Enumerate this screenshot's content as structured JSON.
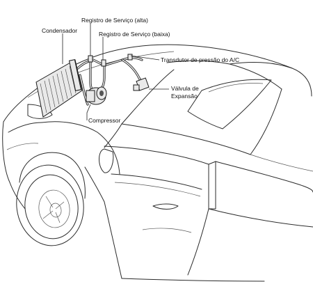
{
  "labels": {
    "registro_alta": "Registro de Serviço (alta)",
    "condensador": "Condensador",
    "registro_baixa": "Registro de Serviço (baixa)",
    "transdutor": "Transdutor de pressão do A/C",
    "valvula_line1": "Válvula de",
    "valvula_line2": "Expansão",
    "compressor": "Compressor"
  }
}
